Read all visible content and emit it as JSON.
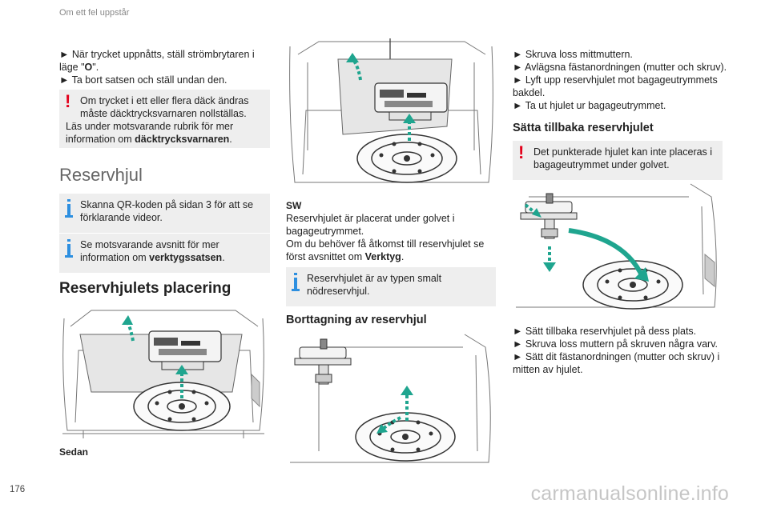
{
  "header": {
    "chapter": "Om ett fel uppstår"
  },
  "page_number": "176",
  "watermark": "carmanualsonline.info",
  "col1": {
    "steps": [
      {
        "pre": "► När trycket uppnåtts, ställ strömbrytaren i läge \"",
        "bold": "O",
        "post": "\"."
      },
      {
        "text": "► Ta bort satsen och ställ undan den."
      }
    ],
    "warning": {
      "line1": "Om trycket i ett eller flera däck ändras",
      "line2": "måste däcktrycksvarnaren nollställas.",
      "line3": "Läs under motsvarande rubrik för mer",
      "line4_pre": "information om ",
      "line4_bold": "däcktrycksvarnaren",
      "line4_post": "."
    },
    "section_title": "Reservhjul",
    "info1": {
      "line1": "Skanna QR-koden på sidan 3 för att se",
      "line2": "förklarande videor."
    },
    "info2": {
      "line1": "Se motsvarande avsnitt för mer",
      "line2_pre": "information om ",
      "line2_bold": "verktygssatsen",
      "line2_post": "."
    },
    "placement_title": "Reservhjulets placering",
    "caption": "Sedan"
  },
  "col2": {
    "label": "SW",
    "para": {
      "line1": "Reservhjulet är placerat under golvet i",
      "line2": "bagageutrymmet.",
      "line3": "Om du behöver få åtkomst till reservhjulet se",
      "line4_pre": "först avsnittet om ",
      "line4_bold": "Verktyg",
      "line4_post": "."
    },
    "info": {
      "line1": "Reservhjulet är av typen smalt",
      "line2": "nödreservhjul."
    },
    "removal_title": "Borttagning av reservhjul"
  },
  "col3": {
    "steps": [
      "► Skruva loss mittmuttern.",
      "► Avlägsna fästanordningen (mutter och skruv).",
      "► Lyft upp reservhjulet mot bagageutrymmets",
      "bakdel.",
      "► Ta ut hjulet ur bagageutrymmet."
    ],
    "refit_title": "Sätta tillbaka reservhjulet",
    "warning": {
      "line1": "Det punkterade hjulet kan inte placeras i",
      "line2": "bagageutrymmet under golvet."
    },
    "steps2": [
      "► Sätt tillbaka reservhjulet på dess plats.",
      "► Skruva loss muttern på skruven några varv.",
      "► Sätt dit fästanordningen (mutter och skruv) i",
      "mitten av hjulet."
    ]
  },
  "colors": {
    "accent_teal": "#1fa58f",
    "warning_red": "#e3001b",
    "info_blue": "#2d8fe0",
    "box_bg": "#eeeeee"
  }
}
